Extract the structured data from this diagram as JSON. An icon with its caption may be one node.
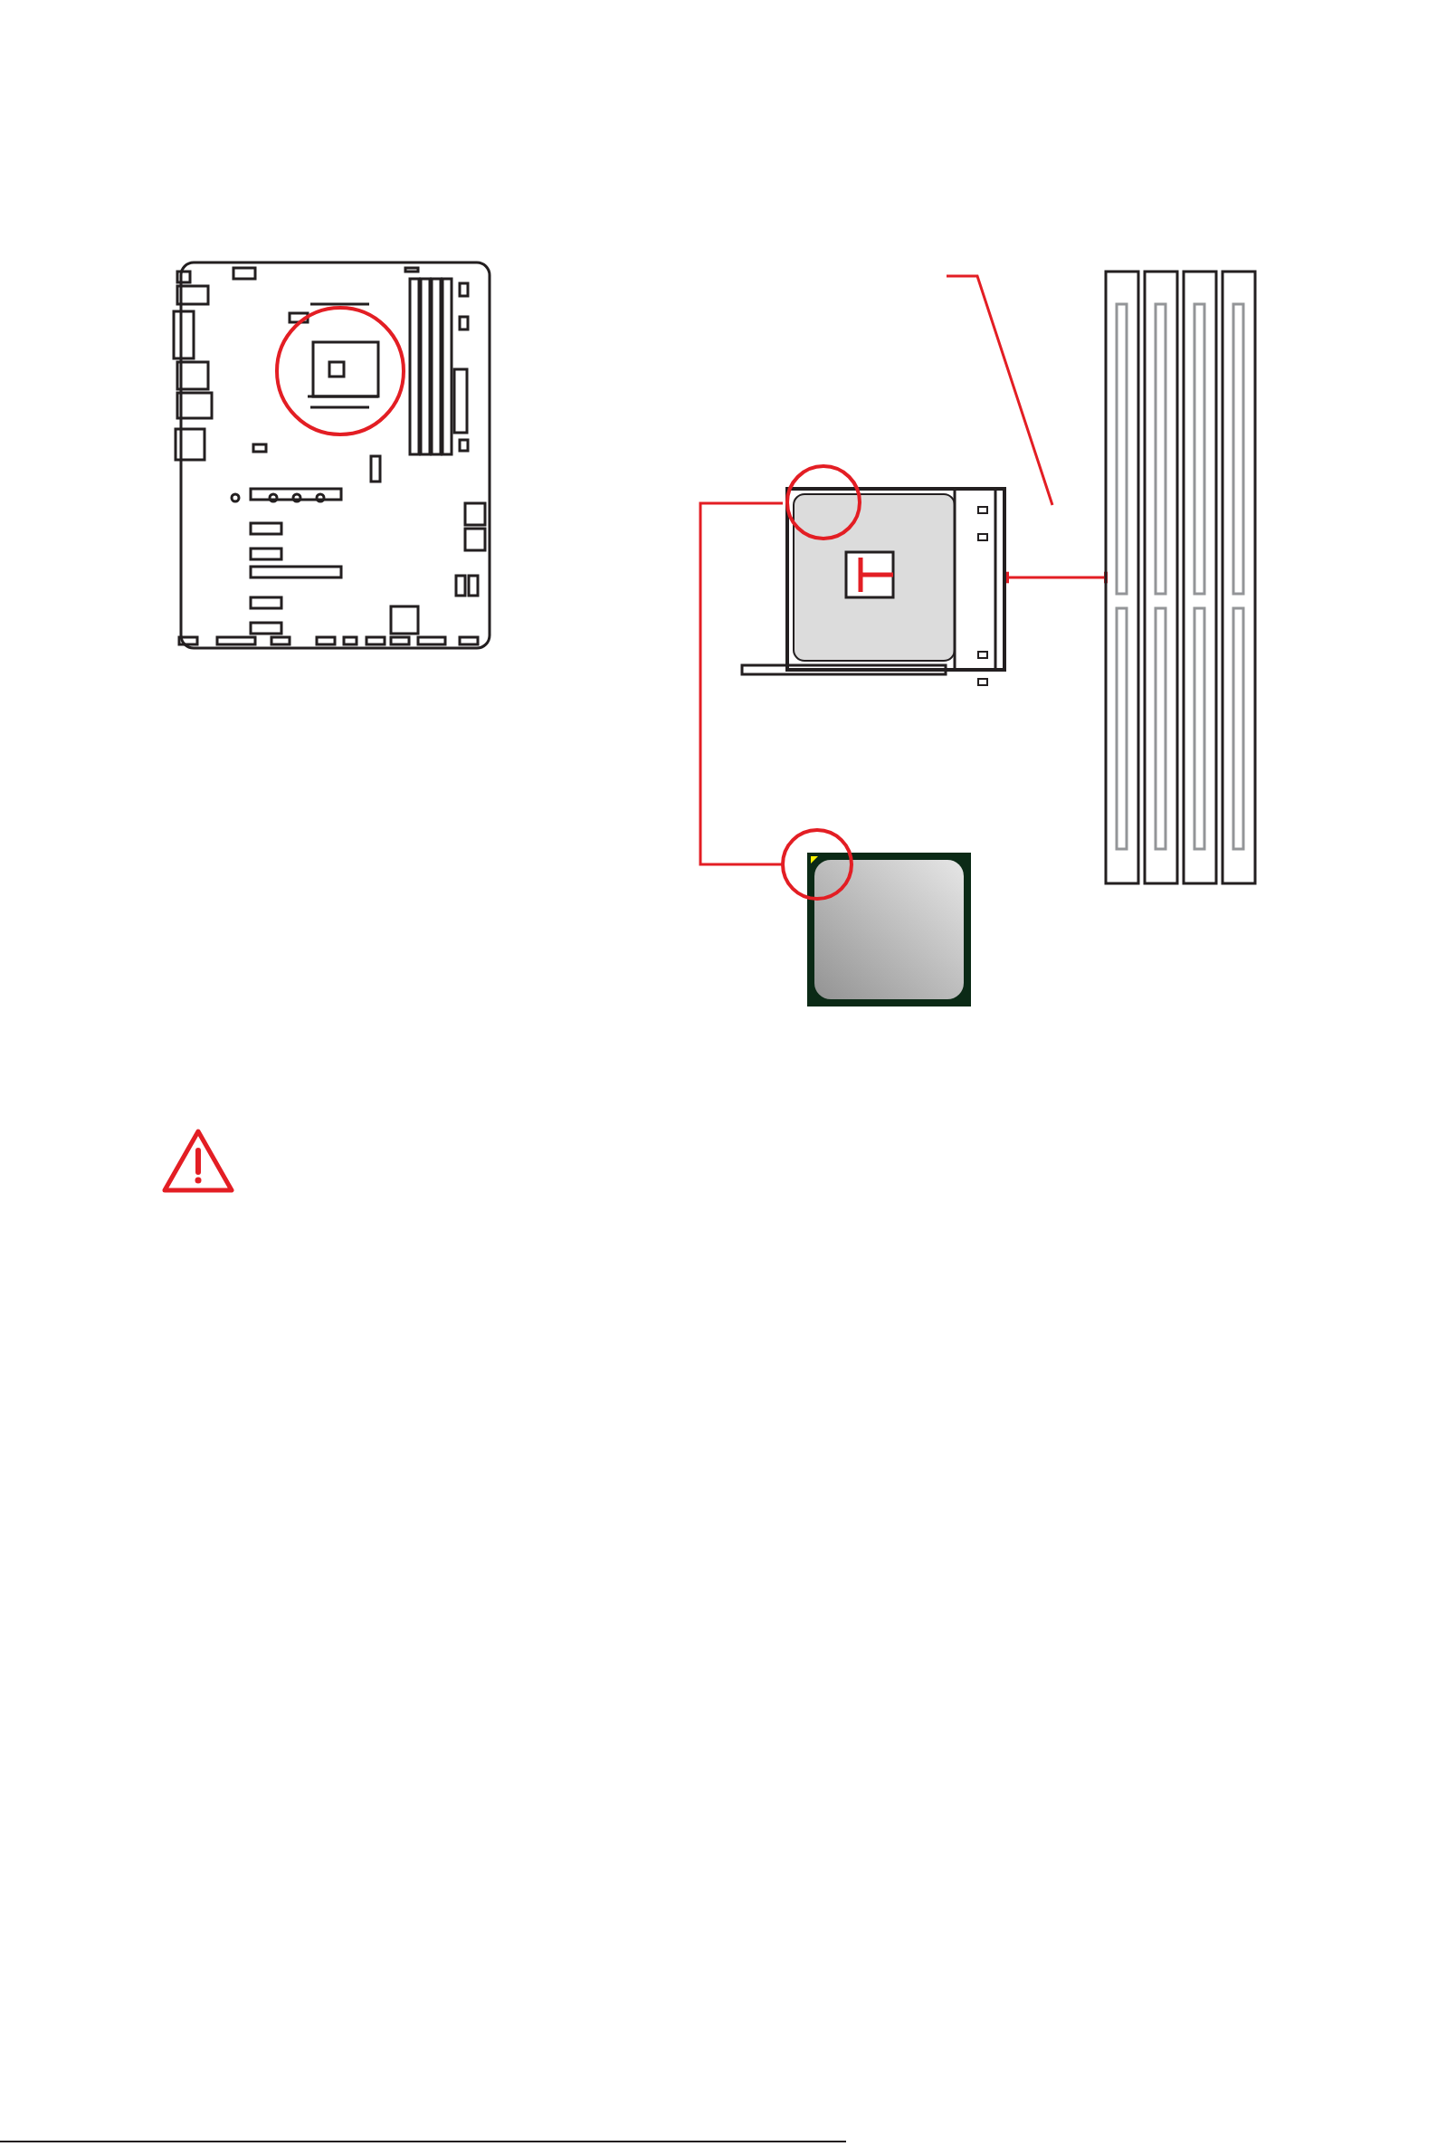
{
  "diagram": {
    "nodes": [
      {
        "text": [],
        "shape": "picture"
      },
      {
        "text": [],
        "shape": "picture"
      },
      {
        "text": [],
        "shape": "picture"
      },
      {
        "text": [],
        "shape": "picture"
      }
    ],
    "edges": [
      {
        "from": 1,
        "to": 3,
        "arrow": "none"
      },
      {
        "from": 1,
        "to": 2,
        "arrow": "other"
      }
    ]
  }
}
